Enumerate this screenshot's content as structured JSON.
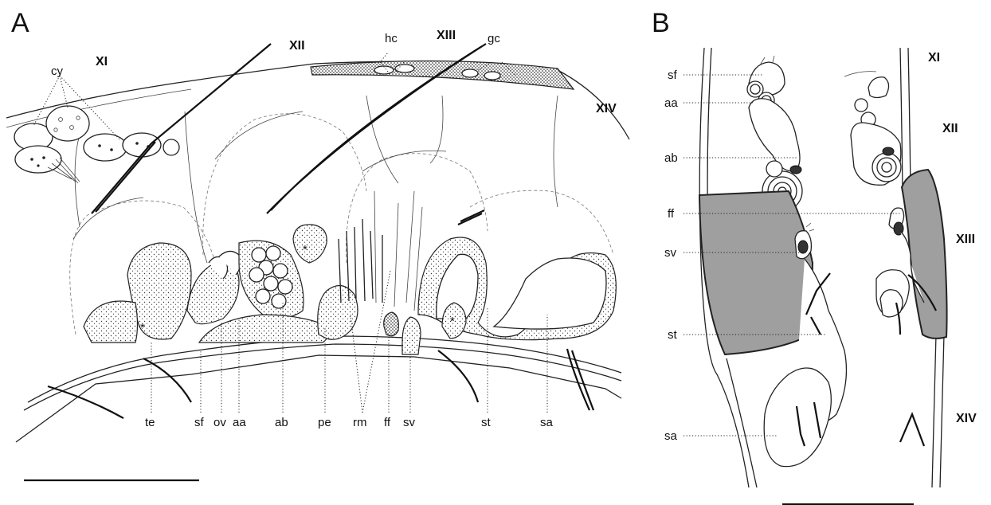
{
  "panels": {
    "a": {
      "letter": "A",
      "segments": [
        "XI",
        "XII",
        "XIII",
        "XIV"
      ],
      "top_labels": [
        "cy",
        "hc",
        "gc"
      ],
      "bottom_labels": [
        "te",
        "sf",
        "ov",
        "aa",
        "ab",
        "pe",
        "rm",
        "ff",
        "sv",
        "st",
        "sa"
      ],
      "asterisk": "*"
    },
    "b": {
      "letter": "B",
      "segments": [
        "XI",
        "XII",
        "XIII",
        "XIV"
      ],
      "side_labels": [
        "sf",
        "aa",
        "ab",
        "ff",
        "sv",
        "st",
        "sa"
      ]
    }
  },
  "colors": {
    "line": "#222222",
    "clitellum_fill": "#9f9f9f",
    "background": "#ffffff"
  }
}
